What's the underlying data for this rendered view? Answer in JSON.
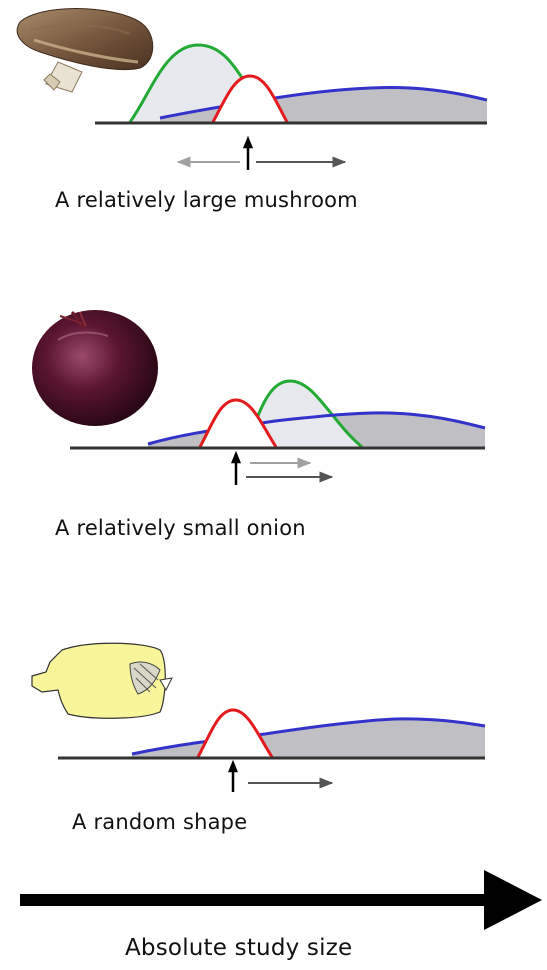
{
  "panels": [
    {
      "caption": "A relatively large mushroom",
      "image_icon": "mushroom-icon"
    },
    {
      "caption": "A relatively small onion",
      "image_icon": "red-onion-icon"
    },
    {
      "caption": "A random shape",
      "image_icon": "yellow-random-shape-icon"
    }
  ],
  "axis": {
    "label": "Absolute study size"
  },
  "colors": {
    "green_curve": "#22aa33",
    "red_curve": "#e41a1c",
    "blue_curve": "#3333cc",
    "light_fill": "#e8e9ee",
    "dark_fill": "#bfbfc4",
    "baseline": "#333333",
    "arrow_gray": "#555555",
    "arrow_light": "#a0a0a0"
  }
}
